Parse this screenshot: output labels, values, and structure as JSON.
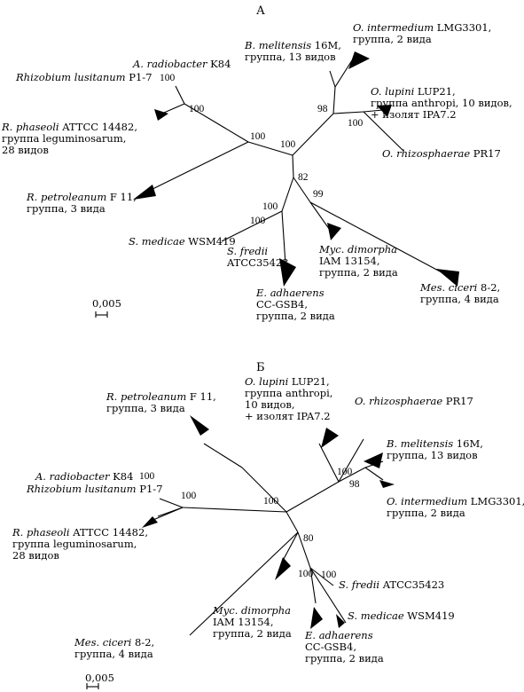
{
  "panelA": {
    "title": "А",
    "labels": {
      "o_intermedium": {
        "italic": "O. intermedium",
        "rest": " LMG3301,",
        "line2": "группа, 2 вида"
      },
      "b_melitensis": {
        "italic": "B. melitensis",
        "rest": " 16M,",
        "line2": "группа, 13 видов"
      },
      "a_radiobacter": {
        "italic": "A. radiobacter",
        "rest": " K84"
      },
      "r_lusitanum": {
        "italic": "Rhizobium lusitanum",
        "rest": " P1-7"
      },
      "o_lupini": {
        "italic": "O. lupini",
        "rest": " LUP21,",
        "line2": "группа anthropi, 10 видов,",
        "line3": "+ изолят IPA7.2"
      },
      "r_phaseoli": {
        "italic": "R. phaseoli",
        "rest": " ATTCC 14482,",
        "line2": "группа leguminosarum,",
        "line3": "28 видов"
      },
      "o_rhizosphaerae": {
        "italic": "O. rhizosphaerae",
        "rest": " PR17"
      },
      "r_petroleanum": {
        "italic": "R. petroleanum",
        "rest": " F 11,",
        "line2": "группа, 3 вида"
      },
      "s_medicae": {
        "italic": "S. medicae",
        "rest": " WSM419"
      },
      "s_fredii": {
        "italic": "S. fredii",
        "line2": "ATCC35423"
      },
      "myc_dimorpha": {
        "italic": "Myc. dimorpha",
        "line2": "IAM 13154,",
        "line3": "группа, 2 вида"
      },
      "mes_ciceri": {
        "italic": "Mes. ciceri",
        "rest": " 8-2,",
        "line2": "группа, 4 вида"
      },
      "e_adhaerens": {
        "italic": "E. adhaerens",
        "line2": "CC-GSB4,",
        "line3": "группа, 2 вида"
      }
    },
    "bootstrap": {
      "b1": "100",
      "b2": "100",
      "b3": "98",
      "b4": "100",
      "b5": "100",
      "b6": "100",
      "b7": "82",
      "b8": "99",
      "b9": "100",
      "b10": "100"
    },
    "scale": "0,005"
  },
  "panelB": {
    "title": "Б",
    "labels": {
      "r_petroleanum": {
        "italic": "R. petroleanum",
        "rest": " F 11,",
        "line2": "группа, 3 вида"
      },
      "o_lupini": {
        "italic": "O. lupini",
        "rest": " LUP21,",
        "line2": "группа anthropi,",
        "line3": "10 видов,",
        "line4": "+ изолят IPA7.2"
      },
      "o_rhizosphaerae": {
        "italic": "O. rhizosphaerae",
        "rest": " PR17"
      },
      "b_melitensis": {
        "italic": "B. melitensis",
        "rest": " 16M,",
        "line2": "группа, 13 видов"
      },
      "a_radiobacter": {
        "italic": "A. radiobacter",
        "rest": " K84"
      },
      "r_lusitanum": {
        "italic": "Rhizobium lusitanum",
        "rest": " P1-7"
      },
      "o_intermedium": {
        "italic": "O. intermedium",
        "rest": " LMG3301,",
        "line2": "группа, 2 вида"
      },
      "r_phaseoli": {
        "italic": "R. phaseoli",
        "rest": " ATTCC 14482,",
        "line2": "группа leguminosarum,",
        "line3": "28 видов"
      },
      "s_fredii": {
        "italic": "S. fredii",
        "rest": " ATCC35423"
      },
      "myc_dimorpha": {
        "italic": "Myc. dimorpha",
        "line2": "IAM 13154,",
        "line3": "группа, 2 вида"
      },
      "s_medicae": {
        "italic": "S. medicae",
        "rest": " WSM419"
      },
      "e_adhaerens": {
        "italic": "E. adhaerens",
        "line2": "CC-GSB4,",
        "line3": "группа, 2 вида"
      },
      "mes_ciceri": {
        "italic": "Mes. ciceri",
        "rest": " 8-2,",
        "line2": "группа, 4 вида"
      }
    },
    "bootstrap": {
      "b1": "100",
      "b2": "100",
      "b3": "98",
      "b4": "100",
      "b5": "100",
      "b6": "80",
      "b7": "100",
      "b8": "100"
    },
    "scale": "0,005"
  }
}
